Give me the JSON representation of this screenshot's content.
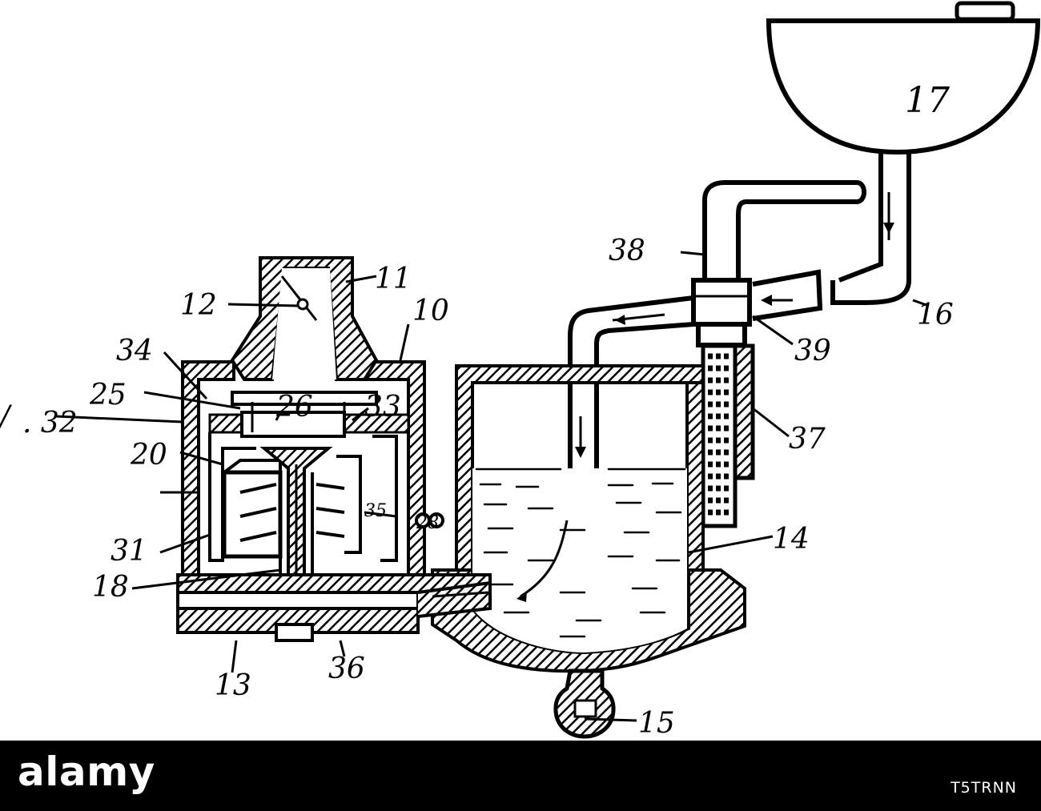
{
  "figure": {
    "labels": {
      "l10": "10",
      "l11": "11",
      "l12": "12",
      "l13": "13",
      "l14": "14",
      "l15": "15",
      "l16": "16",
      "l17": "17",
      "l18": "18",
      "l20": "20",
      "l25": "25",
      "l26": "26",
      "l31": "31",
      "l32": ". 32",
      "l33": "33",
      "l34": "34",
      "l35": "35",
      "l36": "36",
      "l37": "37",
      "l38": "38",
      "l39": "39",
      "l28": "28",
      "lcut": "/"
    }
  },
  "watermark": {
    "logo": "alamy",
    "image_id": "T5TRNN"
  },
  "colors": {
    "ink": "#000000",
    "paper": "#ffffff"
  }
}
